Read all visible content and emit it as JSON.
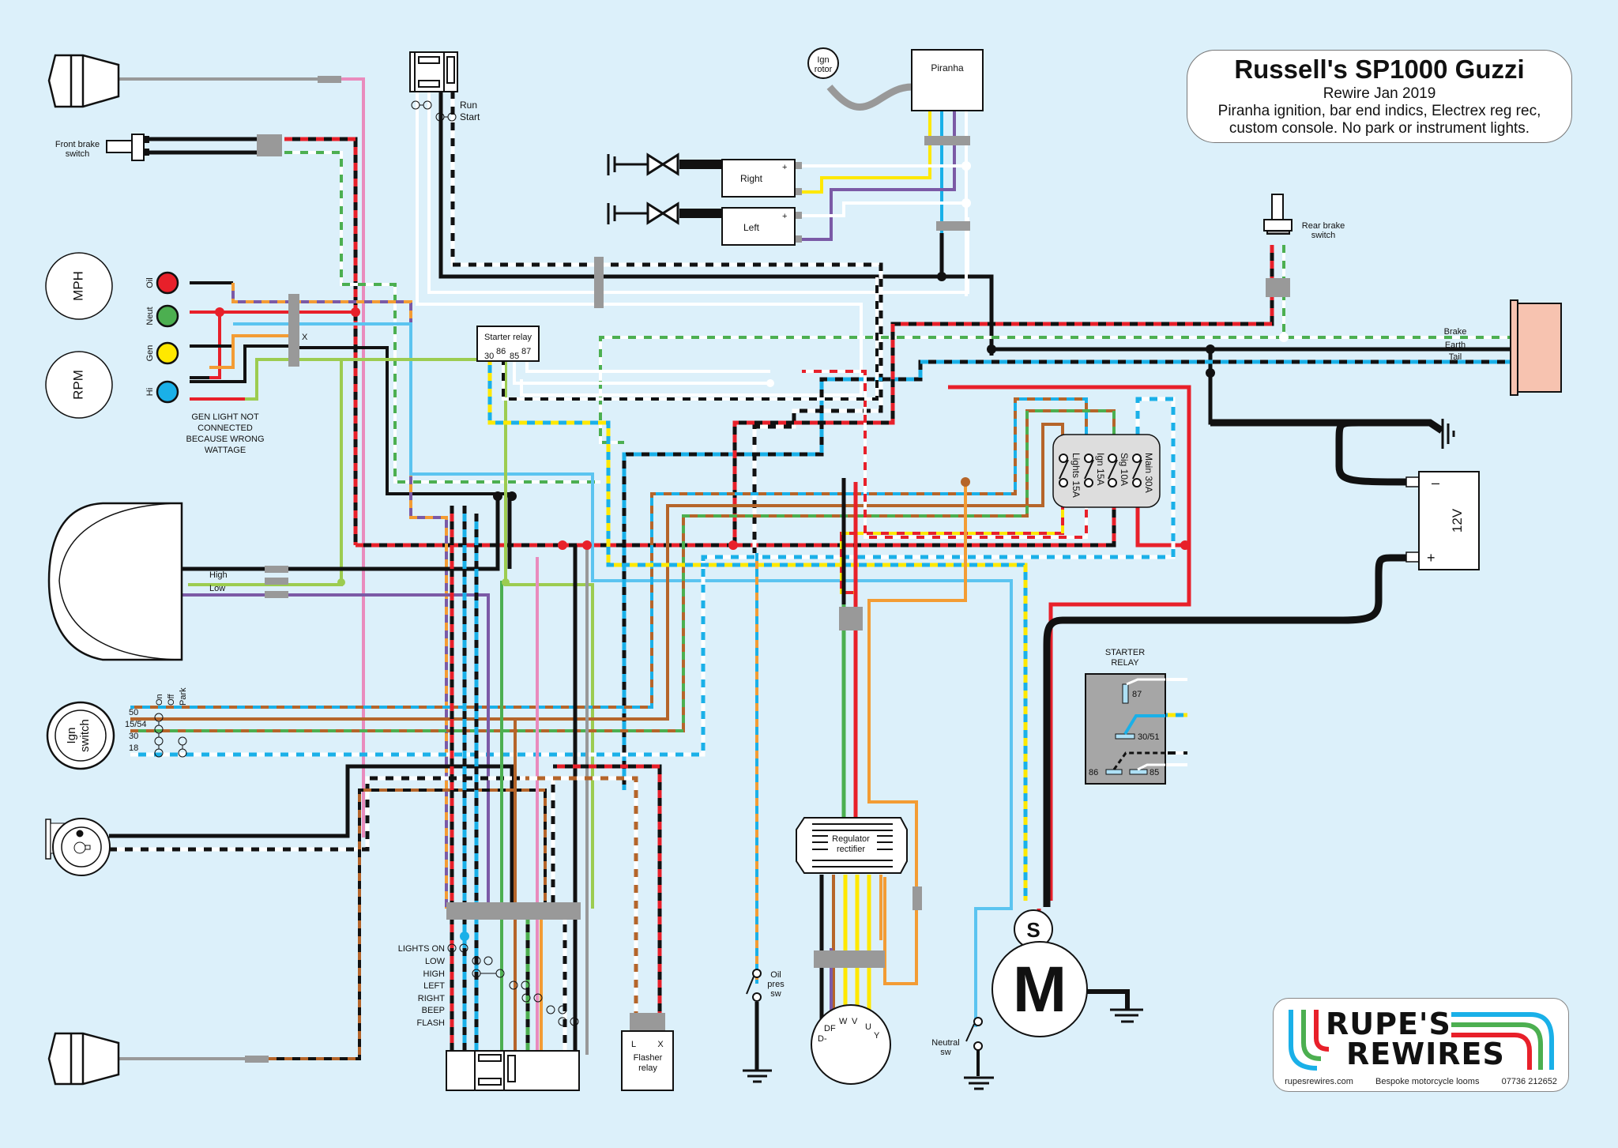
{
  "title": {
    "heading": "Russell's SP1000 Guzzi",
    "subtitle": "Rewire Jan 2019",
    "notes_line1": "Piranha ignition, bar end indics, Electrex reg rec,",
    "notes_line2": "custom console. No park or instrument lights."
  },
  "colors": {
    "background": "#dcf0fa",
    "red": "#e8202a",
    "black": "#111111",
    "white": "#ffffff",
    "green": "#4caf50",
    "lightgreen": "#9ccc50",
    "blue": "#1ab0e8",
    "lightblue": "#5bc4f0",
    "yellow": "#ffe800",
    "orange": "#f39c34",
    "brown": "#b5652a",
    "purple": "#7b5aa6",
    "pink": "#e98bbd",
    "grey": "#999999",
    "salmon": "#f7c3b0"
  },
  "components": {
    "front_brake_switch": "Front brake\nswitch",
    "front_brake_switch_l1": "Front brake",
    "front_brake_switch_l2": "switch",
    "handlebar_switch": {
      "run": "Run",
      "start": "Start"
    },
    "ign_rotor_l1": "Ign",
    "ign_rotor_l2": "rotor",
    "piranha": "Piranha",
    "indicator_right": "Right",
    "indicator_left": "Left",
    "plus": "+",
    "minus": "-",
    "rear_brake_switch_l1": "Rear brake",
    "rear_brake_switch_l2": "switch",
    "tail_light": {
      "brake": "Brake",
      "earth": "Earth",
      "tail": "Tail"
    },
    "mph": "MPH",
    "rpm": "RPM",
    "warning_lights": [
      "Oil",
      "Neut",
      "Gen",
      "Hi"
    ],
    "warning_block_mark": "X",
    "gen_note": [
      "GEN LIGHT NOT",
      "CONNECTED",
      "BECAUSE WRONG",
      "WATTAGE"
    ],
    "starter_relay_small": {
      "title": "Starter relay",
      "pins": [
        "30",
        "86",
        "85",
        "87"
      ]
    },
    "fuses": [
      "Lights 15A",
      "Ign 15A",
      "Sig 10A",
      "Main 30A"
    ],
    "battery": {
      "voltage": "12V",
      "neg": "–",
      "pos": "+"
    },
    "headlight": {
      "high": "High",
      "low": "Low"
    },
    "ign_switch": {
      "label_l1": "Ign",
      "label_l2": "switch",
      "terminals": [
        "50",
        "15/54",
        "30",
        "18"
      ],
      "positions": [
        "On",
        "Off",
        "Park"
      ]
    },
    "starter_relay_big": {
      "title_l1": "STARTER",
      "title_l2": "RELAY",
      "pins": [
        "87",
        "30/51",
        "86",
        "85"
      ]
    },
    "regulator": {
      "l1": "Regulator",
      "l2": "rectifier"
    },
    "alternator_pins": [
      "D-",
      "DF",
      "W",
      "V",
      "U",
      "Y"
    ],
    "oil_pres_sw": [
      "Oil",
      "pres",
      "sw"
    ],
    "neutral_sw": [
      "Neutral",
      "sw"
    ],
    "starter_motor": {
      "solenoid": "S",
      "motor": "M"
    },
    "left_switch_functions": [
      "LIGHTS ON",
      "LOW",
      "HIGH",
      "LEFT",
      "RIGHT",
      "BEEP",
      "FLASH"
    ],
    "flasher_relay": {
      "pin_l": "L",
      "pin_x": "X",
      "l1": "Flasher",
      "l2": "relay"
    }
  },
  "logo": {
    "line1": "RUPE'S",
    "line2": "REWIRES",
    "website": "rupesrewires.com",
    "tagline": "Bespoke motorcycle looms",
    "phone": "07736 212652"
  }
}
